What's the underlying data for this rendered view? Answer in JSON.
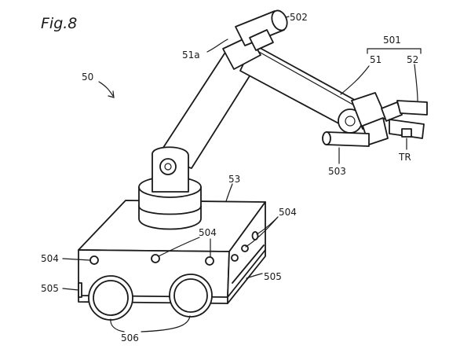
{
  "figure_title": "Fig.8",
  "labels": {
    "robot": "50",
    "joint_51a": "51a",
    "arm_top": "502",
    "hand_group": "501",
    "hand_part_51": "51",
    "hand_part_52": "52",
    "tool": "503",
    "target": "TR",
    "body": "53",
    "sensor_right": "504",
    "sensor_front": "504",
    "sensor_left": "504",
    "side_right": "505",
    "side_left": "505",
    "wheels": "506"
  }
}
